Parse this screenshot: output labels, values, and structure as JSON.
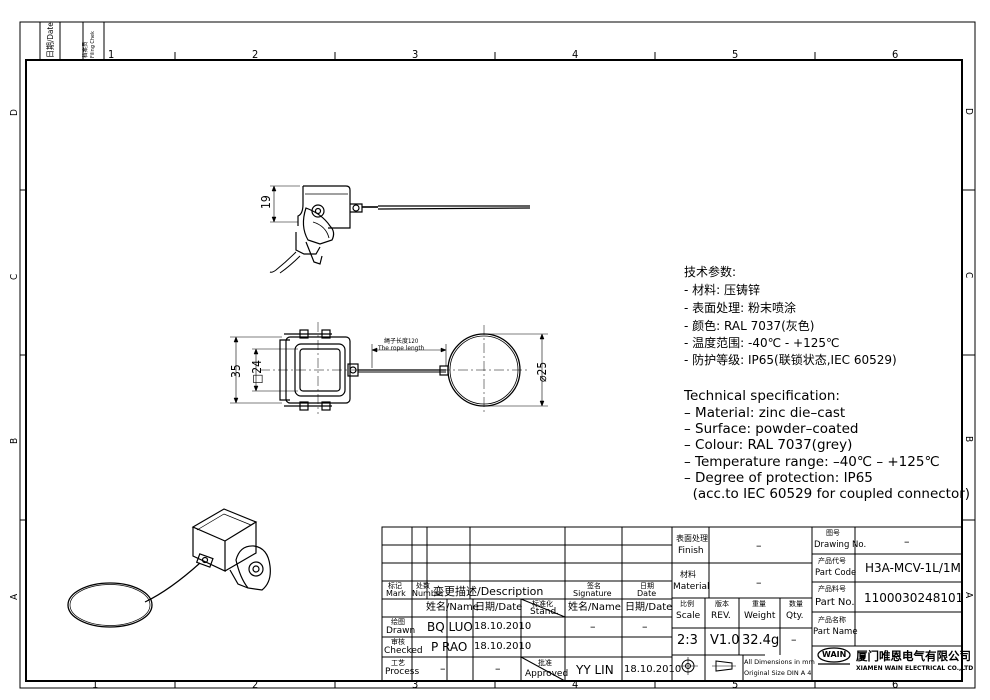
{
  "frame": {
    "columns_top": [
      "1",
      "2",
      "3",
      "4",
      "5",
      "6"
    ],
    "columns_bottom": [
      "1",
      "2",
      "3",
      "4",
      "5",
      "6"
    ],
    "rows_left": [
      "D",
      "C",
      "B",
      "A"
    ],
    "rows_right": [
      "D",
      "C",
      "B",
      "A"
    ],
    "filing_date_label": "日期/Date",
    "filing_check_label_cn": "档案员",
    "filing_check_label_en": "Filing Chek"
  },
  "dimensions": {
    "height_19": "19",
    "height_35": "35",
    "square_24": "□24",
    "ring_diameter": "⌀25",
    "rope_length_cn": "绳子长度120",
    "rope_length_en": "The rope length"
  },
  "spec_cn": {
    "title": "技术参数:",
    "lines": [
      "- 材料: 压铸锌",
      "- 表面处理: 粉末喷涂",
      "- 颜色: RAL 7037(灰色)",
      "- 温度范围: -40℃ - +125℃",
      "- 防护等级: IP65(联锁状态,IEC 60529)"
    ]
  },
  "spec_en": {
    "title": "Technical specification:",
    "lines": [
      "– Material: zinc die–cast",
      "– Surface: powder–coated",
      "– Colour: RAL 7037(grey)",
      "– Temperature range: –40℃ – +125℃",
      "– Degree of protection: IP65",
      "  (acc.to IEC 60529 for coupled connector)"
    ]
  },
  "title_block": {
    "mark_cn": "标记",
    "mark_en": "Mark",
    "number_cn": "处数",
    "number_en": "Number",
    "description": "变更描述/Description",
    "signature_cn": "签名",
    "signature_en": "Signature",
    "date_cn": "日期",
    "date_en": "Date",
    "name_date": "姓名/Name",
    "date_label": "日期/Date",
    "stand_cn": "标准化",
    "stand_en": "Stand.",
    "stand_value": "–",
    "stand_date": "–",
    "drawn_cn": "绘图",
    "drawn_en": "Drawn",
    "drawn_name": "BQ LUO",
    "drawn_date": "18.10.2010",
    "checked_cn": "审核",
    "checked_en": "Checked",
    "checked_name": "P RAO",
    "checked_date": "18.10.2010",
    "process_cn": "工艺",
    "process_en": "Process",
    "process_name": "–",
    "process_date": "–",
    "approved_cn": "批准",
    "approved_en": "Approved",
    "approved_name": "YY LIN",
    "approved_date": "18.10.2010",
    "finish_cn": "表面处理",
    "finish_en": "Finish",
    "finish_value": "–",
    "material_cn": "材料",
    "material_en": "Material",
    "material_value": "–",
    "scale_cn": "比例",
    "scale_en": "Scale",
    "scale_value": "2:3",
    "rev_cn": "版本",
    "rev_en": "REV.",
    "rev_value": "V1.0",
    "weight_cn": "重量",
    "weight_en": "Weight",
    "weight_value": "32.4g",
    "qty_cn": "数量",
    "qty_en": "Qty.",
    "qty_value": "–",
    "dims_note_1": "All Dimensions in mm",
    "dims_note_2": "Original Size DIN A 4",
    "drawing_no_cn": "图号",
    "drawing_no_en": "Drawing No.",
    "drawing_no_value": "–",
    "part_code_cn": "产品代号",
    "part_code_en": "Part Code",
    "part_code_value": "H3A-MCV-1L/1M",
    "part_no_cn": "产品料号",
    "part_no_en": "Part No.",
    "part_no_value": "1100030248101",
    "part_name_cn": "产品名称",
    "part_name_en": "Part Name",
    "part_name_value": "",
    "logo_text": "WAIN",
    "company_cn": "厦门唯恩电气有限公司",
    "company_en": "XIAMEN WAIN ELECTRICAL CO.,LTD"
  }
}
